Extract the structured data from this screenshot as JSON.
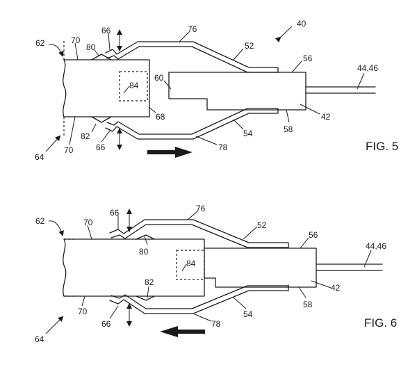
{
  "figures": {
    "fig5": {
      "title": "FIG. 5",
      "labels": {
        "l40": "40",
        "l62": "62",
        "l70a": "70",
        "l80": "80",
        "l66a": "66",
        "l76": "76",
        "l52": "52",
        "l56": "56",
        "l4446": "44,46",
        "l60": "60",
        "l84": "84",
        "l68": "68",
        "l42": "42",
        "l58": "58",
        "l54": "54",
        "l82": "82",
        "l66b": "66",
        "l78": "78",
        "l64": "64",
        "l70b": "70"
      }
    },
    "fig6": {
      "title": "FIG. 6",
      "labels": {
        "l62": "62",
        "l70a": "70",
        "l66a": "66",
        "l76": "76",
        "l52": "52",
        "l80": "80",
        "l56": "56",
        "l4446": "44,46",
        "l84": "84",
        "l82": "82",
        "l42": "42",
        "l58": "58",
        "l70b": "70",
        "l54": "54",
        "l66b": "66",
        "l78": "78",
        "l64": "64"
      }
    }
  }
}
